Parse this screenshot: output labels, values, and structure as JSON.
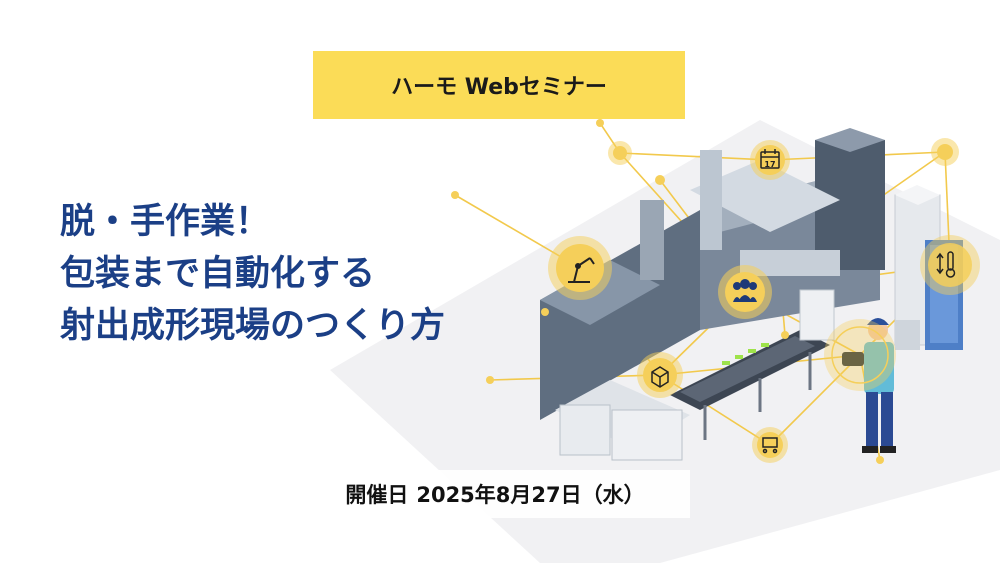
{
  "banner": {
    "label": "ハーモ Webセミナー"
  },
  "headline": {
    "line1": "脱・手作業！",
    "line2": "包装まで自動化する",
    "line3": "射出成形現場のつくり方"
  },
  "event": {
    "date_label": "開催日",
    "date_value": "2025年8月27日（水）"
  },
  "icons": {
    "calendar_day": "17",
    "node_icons": [
      "robot-arm-icon",
      "calendar-icon",
      "team-icon",
      "package-icon",
      "thermometer-icon",
      "conveyor-icon",
      "controller-icon"
    ]
  },
  "colors": {
    "banner": "#fbdc57",
    "headline": "#1b3f86",
    "node": "#f5cf5a",
    "machine": "#6e7d8d"
  }
}
